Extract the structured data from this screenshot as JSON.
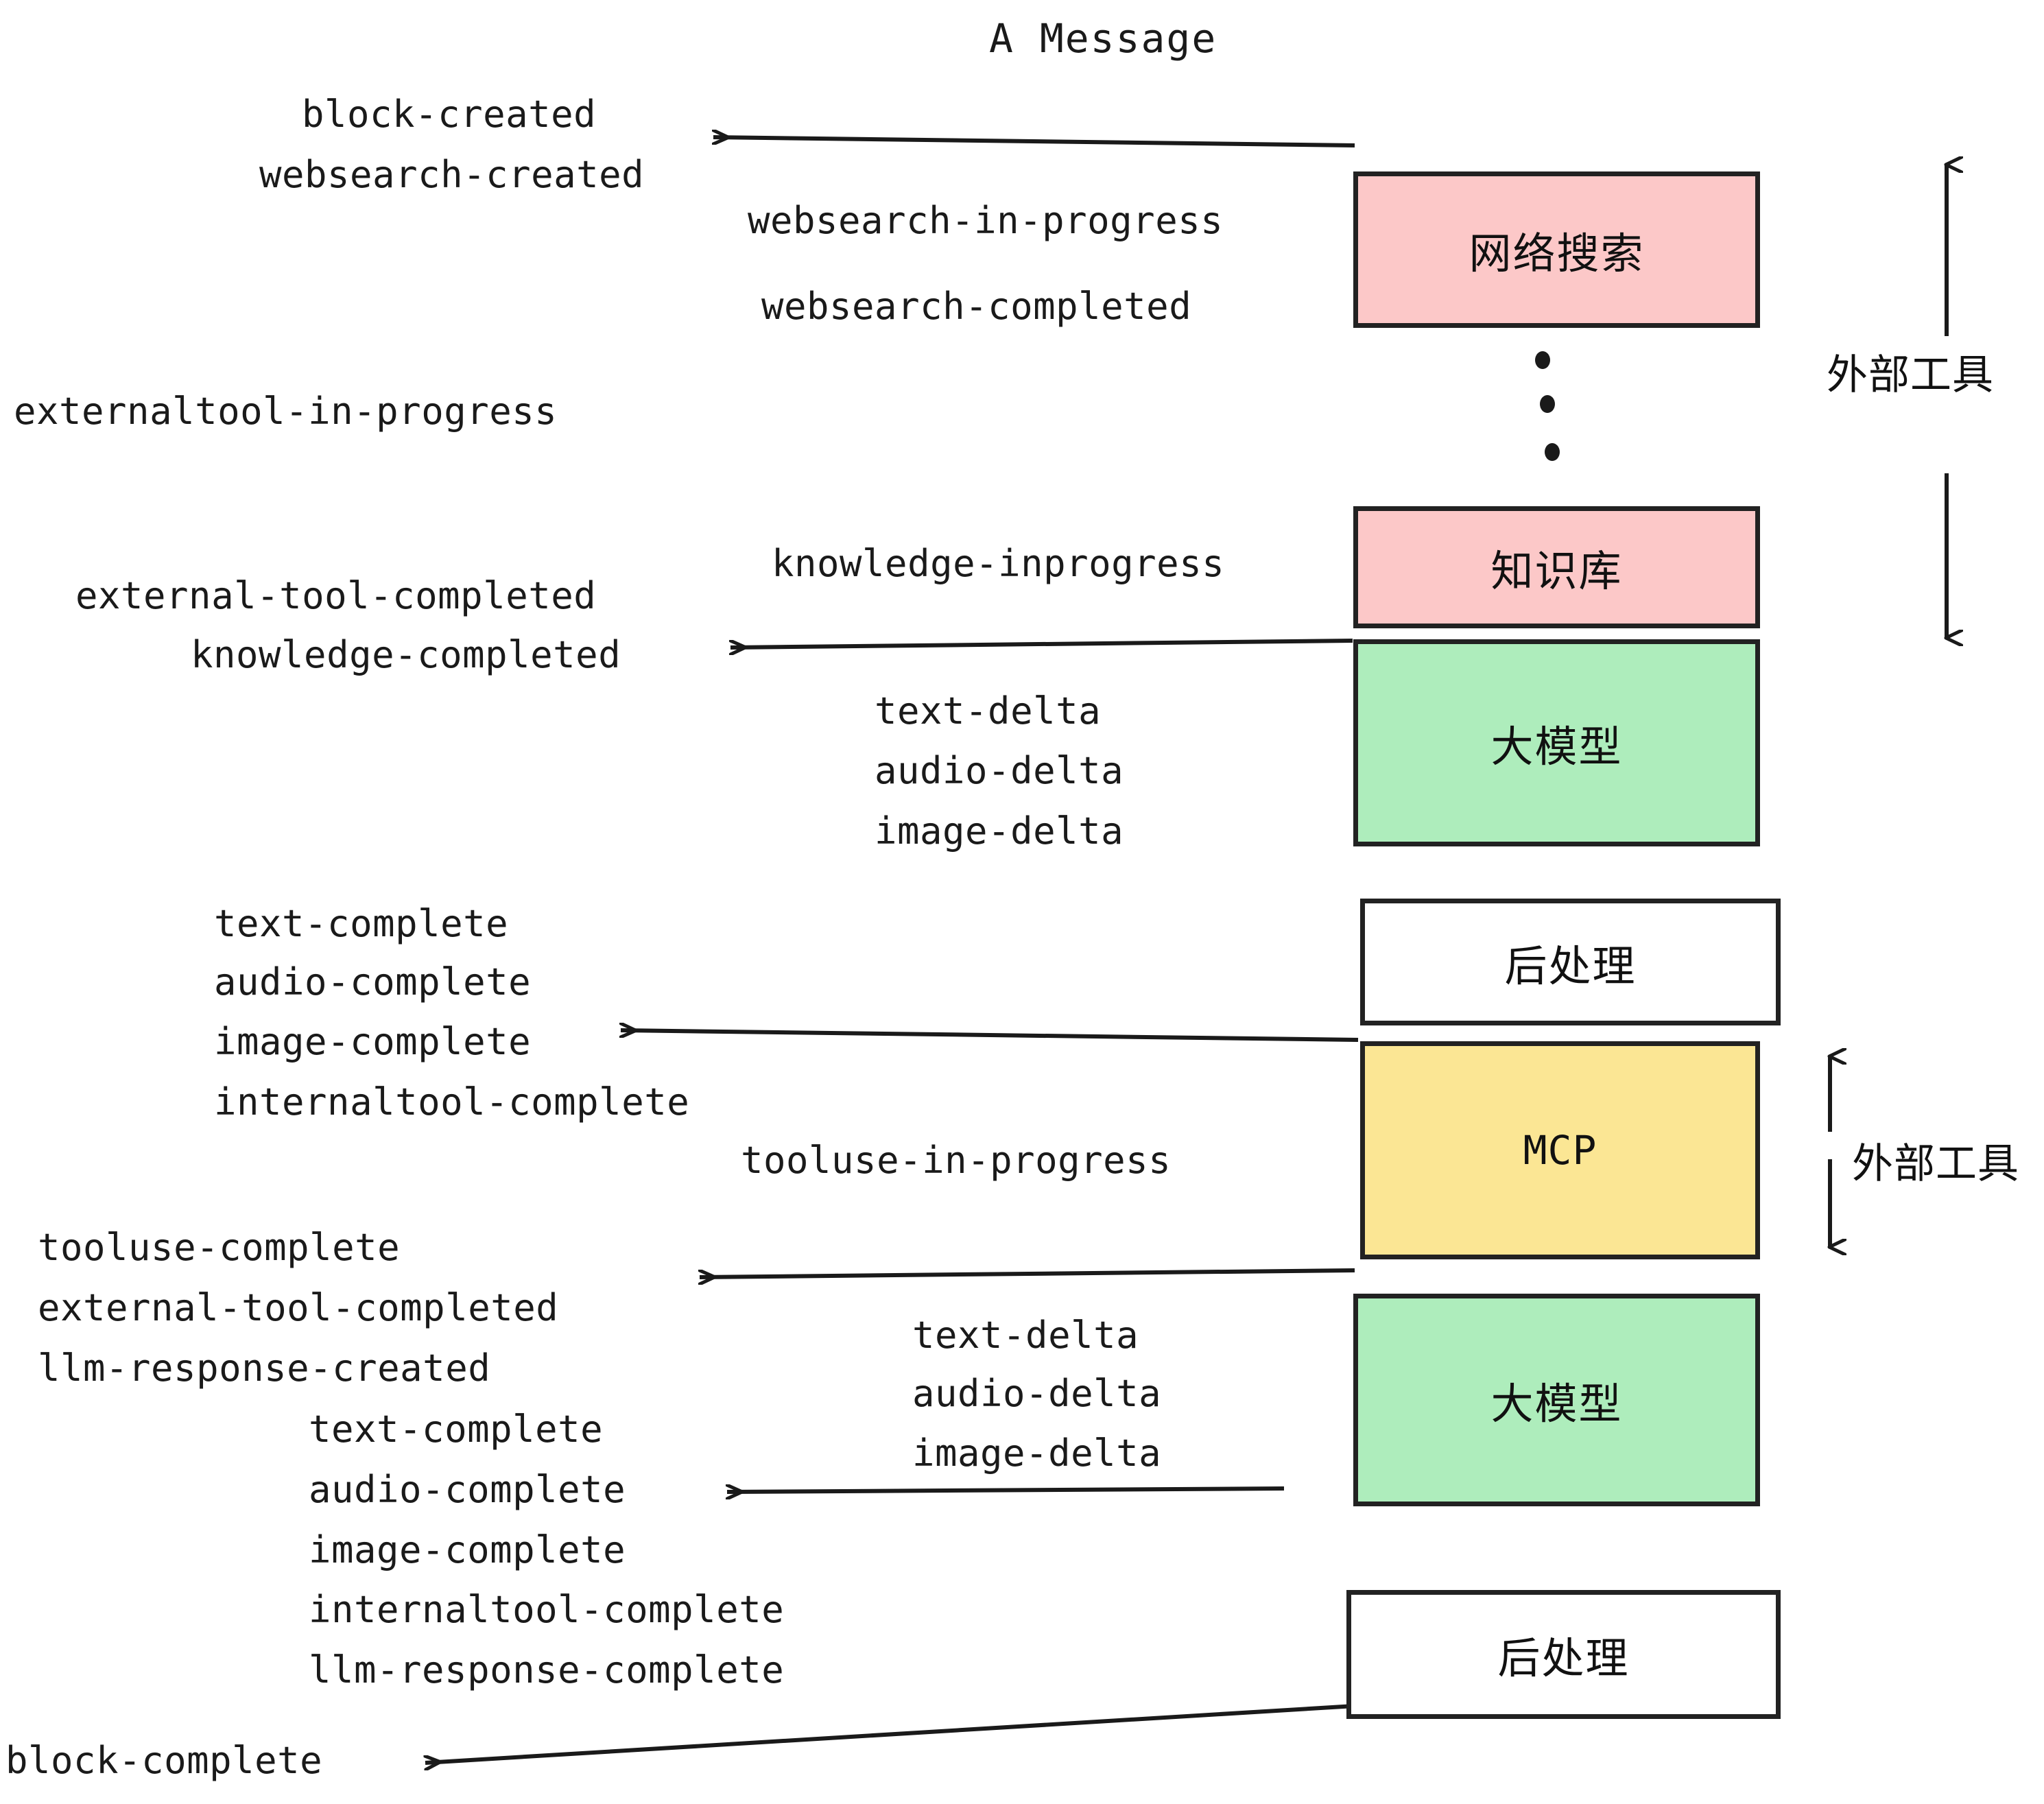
{
  "title": "A Message",
  "boxes": [
    {
      "id": "websearch",
      "label": "网络搜索",
      "color": "#fcc8c8",
      "kind": "pink"
    },
    {
      "id": "knowledgebase",
      "label": "知识库",
      "color": "#fcc8c8",
      "kind": "pink"
    },
    {
      "id": "llm-1",
      "label": "大模型",
      "color": "#aeedbc",
      "kind": "green"
    },
    {
      "id": "postprocess-1",
      "label": "后处理",
      "color": "#ffffff",
      "kind": "white"
    },
    {
      "id": "mcp",
      "label": "MCP",
      "color": "#fbe694",
      "kind": "yellow"
    },
    {
      "id": "llm-2",
      "label": "大模型",
      "color": "#aeedbc",
      "kind": "green"
    },
    {
      "id": "postprocess-2",
      "label": "后处理",
      "color": "#ffffff",
      "kind": "white"
    }
  ],
  "side_annotations": [
    {
      "id": "external-tools-top",
      "label": "外部工具"
    },
    {
      "id": "external-tools-bottom",
      "label": "外部工具"
    }
  ],
  "events": {
    "block_created": "block-created",
    "websearch_created": "websearch-created",
    "websearch_in_progress": "websearch-in-progress",
    "websearch_completed": "websearch-completed",
    "externaltool_in_progress": "externaltool-in-progress",
    "knowledge_inprogress": "knowledge-inprogress",
    "external_tool_completed_1": "external-tool-completed",
    "knowledge_completed": "knowledge-completed",
    "text_delta_1": "text-delta",
    "audio_delta_1": "audio-delta",
    "image_delta_1": "image-delta",
    "text_complete_1": "text-complete",
    "audio_complete_1": "audio-complete",
    "image_complete_1": "image-complete",
    "internaltool_complete_1": "internaltool-complete",
    "tooluse_in_progress": "tooluse-in-progress",
    "tooluse_complete": "tooluse-complete",
    "external_tool_completed_2": "external-tool-completed",
    "llm_response_created": "llm-response-created",
    "text_delta_2": "text-delta",
    "audio_delta_2": "audio-delta",
    "image_delta_2": "image-delta",
    "text_complete_2": "text-complete",
    "audio_complete_2": "audio-complete",
    "image_complete_2": "image-complete",
    "internaltool_complete_2": "internaltool-complete",
    "llm_response_complete": "llm-response-complete",
    "block_complete": "block-complete"
  },
  "colors": {
    "stroke": "#222222",
    "text": "#1a1a1a",
    "pink": "#fcc8c8",
    "green": "#aeedbc",
    "yellow": "#fbe694",
    "white": "#ffffff",
    "background": "#ffffff"
  }
}
